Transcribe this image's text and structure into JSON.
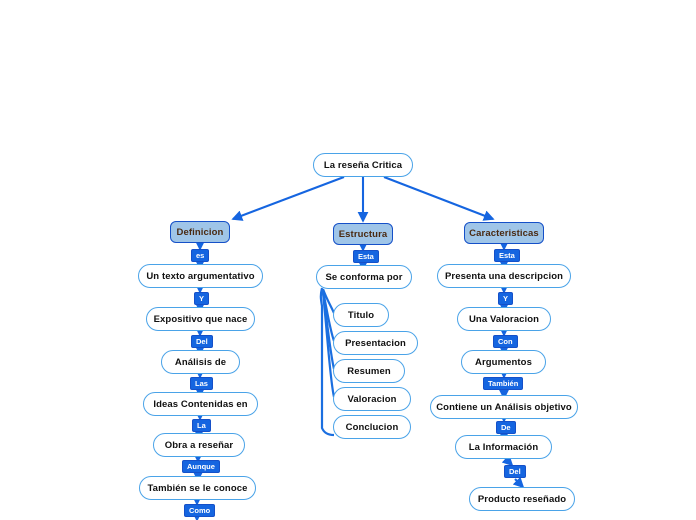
{
  "diagram": {
    "title": "La reseña Critica",
    "root": {
      "label": "La reseña Critica"
    },
    "colors": {
      "edge": "#1565e0",
      "node_border": "#4aa3e8",
      "node_fill": "#ffffff",
      "category_fill": "#9fc5e8",
      "category_border": "#1550c8",
      "badge_fill": "#1565e0",
      "badge_text": "#ffffff",
      "text": "#111111",
      "category_text": "#4a2a12",
      "background": "#ffffff"
    },
    "branches": [
      {
        "name": "definicion",
        "category": "Definicion",
        "chain": [
          {
            "badge": "es",
            "label": "Un texto argumentativo"
          },
          {
            "badge": "Y",
            "label": "Expositivo que nace"
          },
          {
            "badge": "Del",
            "label": "Análisis de"
          },
          {
            "badge": "Las",
            "label": "Ideas Contenidas en"
          },
          {
            "badge": "La",
            "label": "Obra a reseñar"
          },
          {
            "badge": "Aunque",
            "label": "También se le conoce"
          },
          {
            "badge": "Como",
            "label": ""
          }
        ]
      },
      {
        "name": "estructura",
        "category": "Estructura",
        "chain": [
          {
            "badge": "Esta",
            "label": "Se conforma por"
          }
        ],
        "children": [
          {
            "label": "Titulo"
          },
          {
            "label": "Presentacion"
          },
          {
            "label": "Resumen"
          },
          {
            "label": "Valoracion"
          },
          {
            "label": "Conclucion"
          }
        ]
      },
      {
        "name": "caracteristicas",
        "category": "Caracteristicas",
        "chain": [
          {
            "badge": "Esta",
            "label": "Presenta una descripcion"
          },
          {
            "badge": "Y",
            "label": "Una Valoracion"
          },
          {
            "badge": "Con",
            "label": "Argumentos"
          },
          {
            "badge": "También",
            "label": "Contiene un Análisis objetivo"
          },
          {
            "badge": "De",
            "label": "La Información"
          },
          {
            "badge": "Del",
            "label": "Producto reseñado"
          }
        ]
      }
    ]
  }
}
